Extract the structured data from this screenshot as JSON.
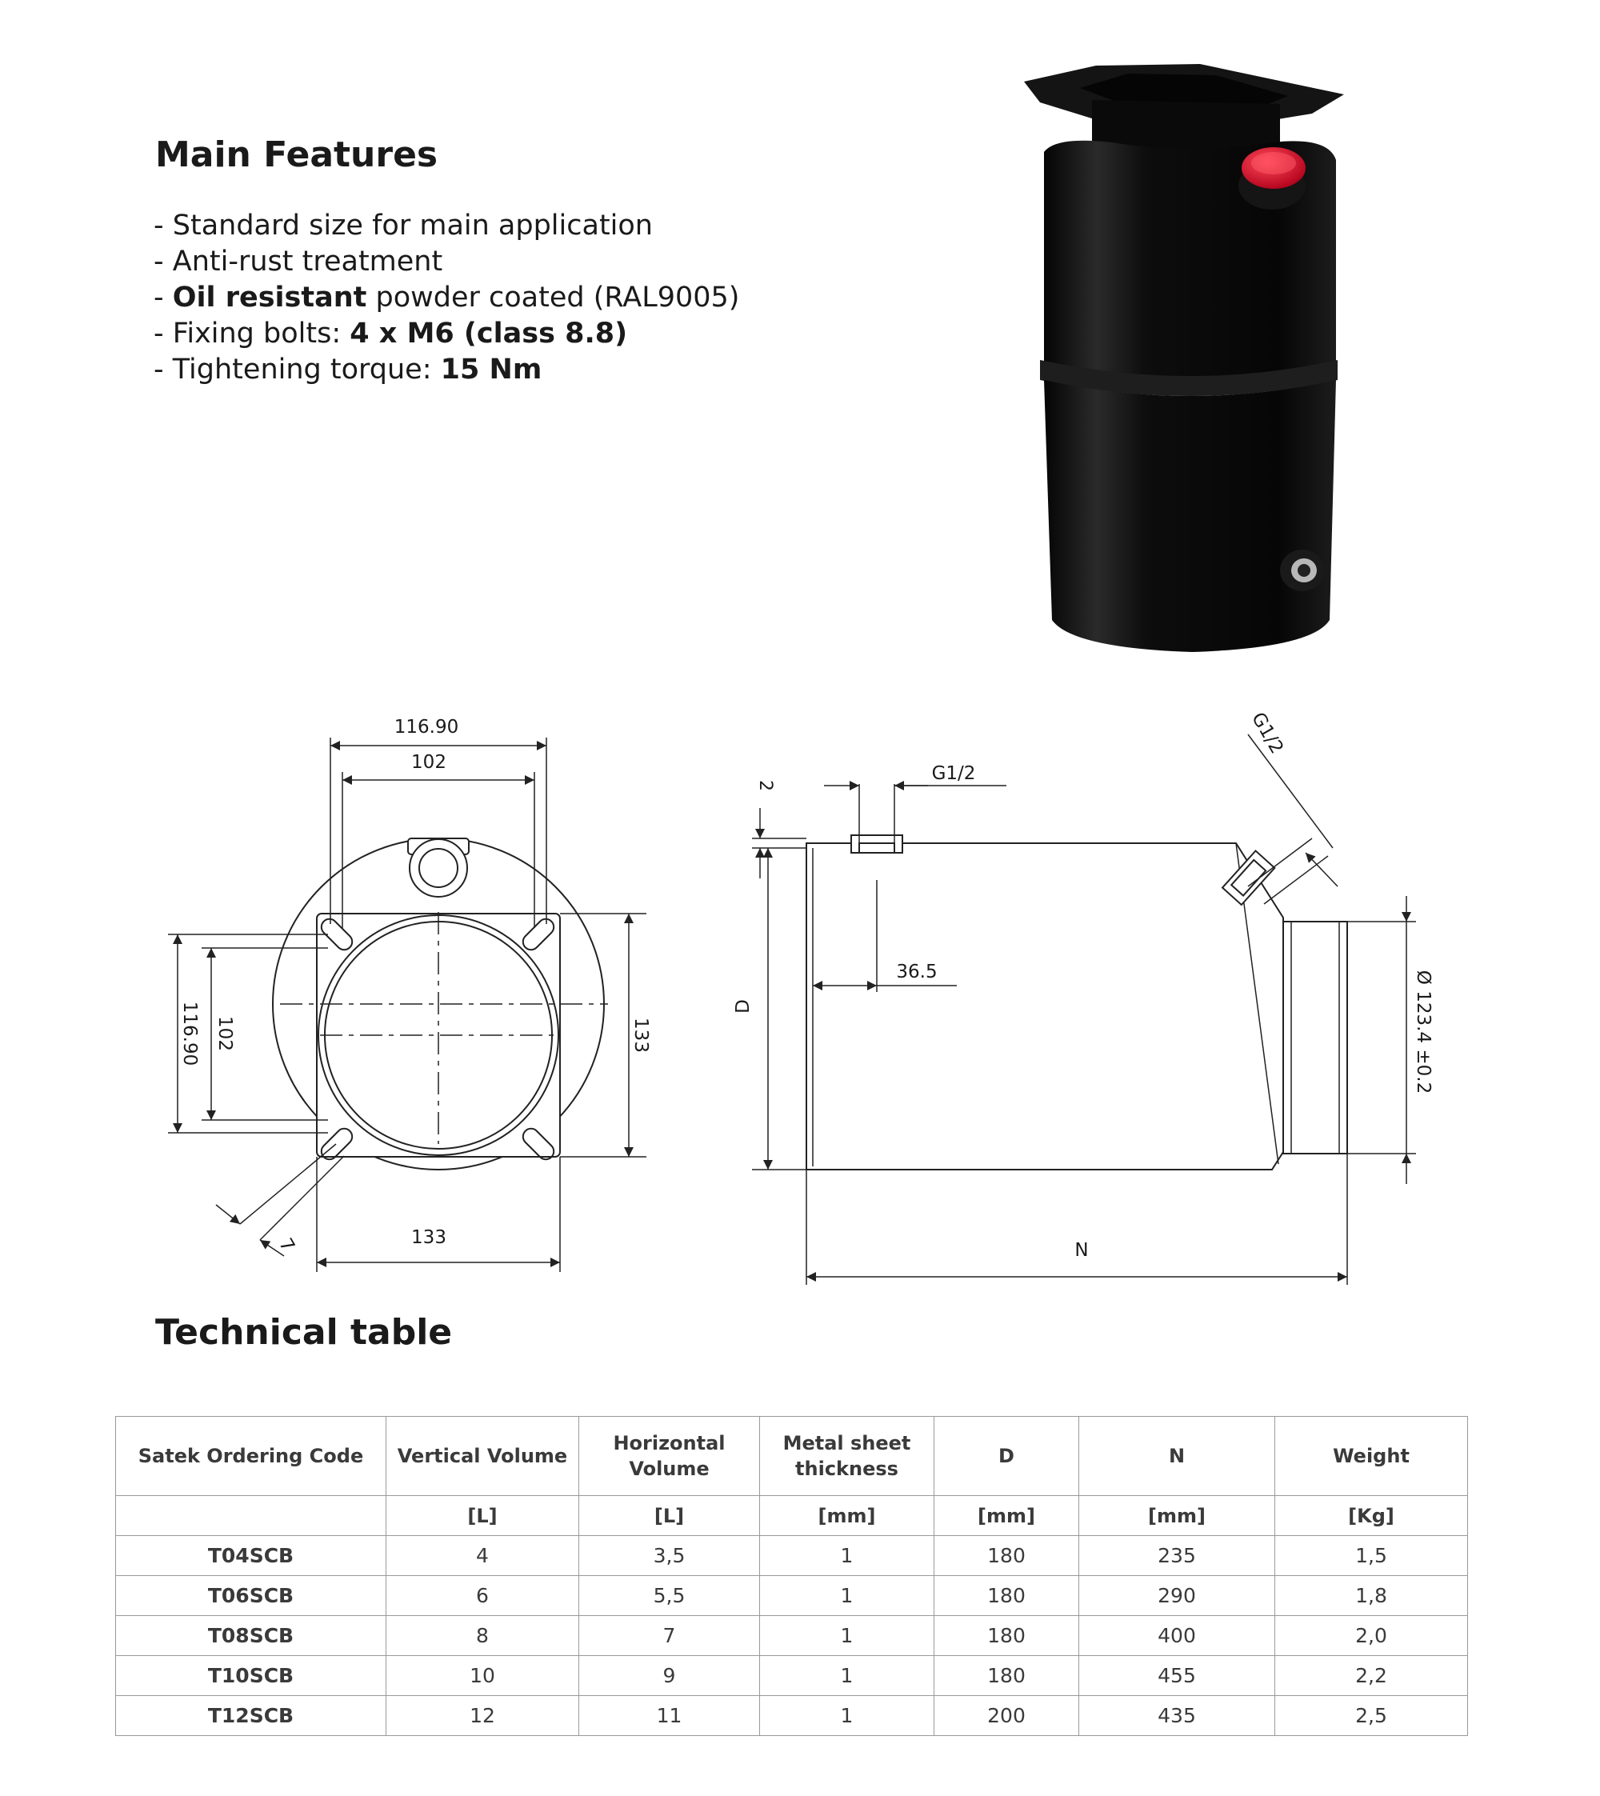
{
  "features": {
    "title": "Main Features",
    "items": [
      {
        "parts": [
          {
            "text": "- Standard size for main application",
            "bold": false
          }
        ]
      },
      {
        "parts": [
          {
            "text": "- Anti-rust treatment",
            "bold": false
          }
        ]
      },
      {
        "parts": [
          {
            "text": "- ",
            "bold": false
          },
          {
            "text": "Oil resistant",
            "bold": true
          },
          {
            "text": " powder coated (RAL9005)",
            "bold": false
          }
        ]
      },
      {
        "parts": [
          {
            "text": "- Fixing bolts: ",
            "bold": false
          },
          {
            "text": "4 x M6 (class 8.8)",
            "bold": true
          }
        ]
      },
      {
        "parts": [
          {
            "text": "- Tightening torque: ",
            "bold": false
          },
          {
            "text": "15 Nm",
            "bold": true
          }
        ]
      }
    ]
  },
  "drawing_labels": {
    "top_width_outer": "116.90",
    "top_width_inner": "102",
    "left_height_outer": "116.90",
    "left_height_inner": "102",
    "right_height": "133",
    "bottom_width": "133",
    "hole": "7",
    "wall": "2",
    "port_top": "G1/2",
    "port_angled": "G1/2",
    "offset": "36.5",
    "depth": "D",
    "length": "N",
    "diameter": "Ø 123.4 ±0.2"
  },
  "table": {
    "title": "Technical table",
    "headers": [
      "Satek Ordering Code",
      "Vertical Volume",
      "Horizontal Volume",
      "Metal sheet thickness",
      "D",
      "N",
      "Weight"
    ],
    "units": [
      "",
      "[L]",
      "[L]",
      "[mm]",
      "[mm]",
      "[mm]",
      "[Kg]"
    ],
    "rows": [
      [
        "T04SCB",
        "4",
        "3,5",
        "1",
        "180",
        "235",
        "1,5"
      ],
      [
        "T06SCB",
        "6",
        "5,5",
        "1",
        "180",
        "290",
        "1,8"
      ],
      [
        "T08SCB",
        "8",
        "7",
        "1",
        "180",
        "400",
        "2,0"
      ],
      [
        "T10SCB",
        "10",
        "9",
        "1",
        "180",
        "455",
        "2,2"
      ],
      [
        "T12SCB",
        "12",
        "11",
        "1",
        "200",
        "435",
        "2,5"
      ]
    ]
  },
  "colors": {
    "tank_body": "#0b0b0b",
    "cap": "#e0102a",
    "line": "#222222",
    "table_border": "#9a9a9a"
  }
}
